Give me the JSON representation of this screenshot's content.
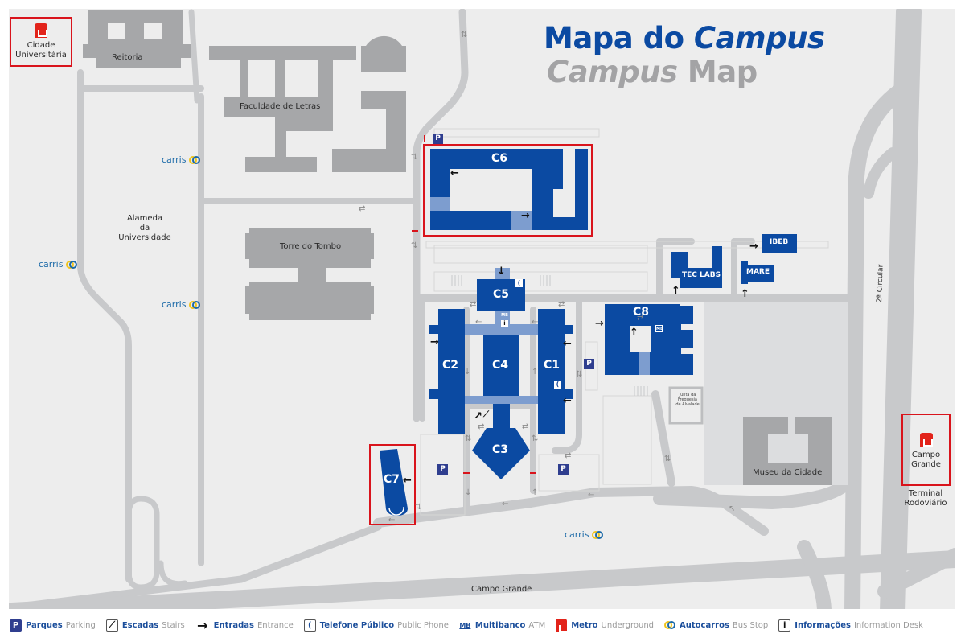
{
  "title": {
    "pt_part1": "Mapa do ",
    "pt_part2": "Campus",
    "en_part1": "Campus",
    "en_part2": " Map"
  },
  "metro_stations": [
    {
      "name_line1": "Cidade",
      "name_line2": "Universitária"
    },
    {
      "name_line1": "Campo",
      "name_line2": "Grande"
    }
  ],
  "terminal": {
    "line1": "Terminal",
    "line2": "Rodoviário"
  },
  "landmarks": {
    "reitoria": "Reitoria",
    "faculdade_letras": "Faculdade de Letras",
    "torre_tombo": "Torre do Tombo",
    "alameda": {
      "line1": "Alameda",
      "line2": "da",
      "line3": "Universidade"
    },
    "museu": "Museu da Cidade",
    "junta": {
      "line1": "Junta da",
      "line2": "Freguesia",
      "line3": "de Alvalade"
    },
    "campo_grande_street": "Campo Grande",
    "segunda_circular": "2ª Circular"
  },
  "buildings": {
    "c1": "C1",
    "c2": "C2",
    "c3": "C3",
    "c4": "C4",
    "c5": "C5",
    "c6": "C6",
    "c7": "C7",
    "c8": "C8",
    "tec_labs": "TEC LABS",
    "ibeb": "IBEB",
    "mare": "MARE"
  },
  "bus_stops": [
    {
      "label": "carris"
    },
    {
      "label": "carris"
    },
    {
      "label": "carris"
    },
    {
      "label": "carris"
    }
  ],
  "icons": {
    "parking": "P",
    "info": "i",
    "atm": "MB",
    "phone": "("
  },
  "legend": [
    {
      "icon": "parking-icon",
      "pt": "Parques",
      "en": "Parking"
    },
    {
      "icon": "stairs-icon",
      "pt": "Escadas",
      "en": "Stairs"
    },
    {
      "icon": "entrance-arrow-icon",
      "pt": "Entradas",
      "en": "Entrance"
    },
    {
      "icon": "phone-icon",
      "pt": "Telefone Público",
      "en": "Public Phone"
    },
    {
      "icon": "atm-icon",
      "pt": "Multibanco",
      "en": "ATM"
    },
    {
      "icon": "metro-icon",
      "pt": "Metro",
      "en": "Underground"
    },
    {
      "icon": "bus-stop-icon",
      "pt": "Autocarros",
      "en": "Bus Stop"
    },
    {
      "icon": "info-icon",
      "pt": "Informações",
      "en": "Information Desk"
    }
  ],
  "colors": {
    "background": "#ededed",
    "road": "#c8c9cb",
    "other_building": "#a6a7a9",
    "campus_building": "#0b4aa2",
    "campus_corridor": "#7d9dcf",
    "highlight": "#d9141c",
    "title_blue": "#0b4aa2",
    "title_gray": "#a3a3a5"
  }
}
